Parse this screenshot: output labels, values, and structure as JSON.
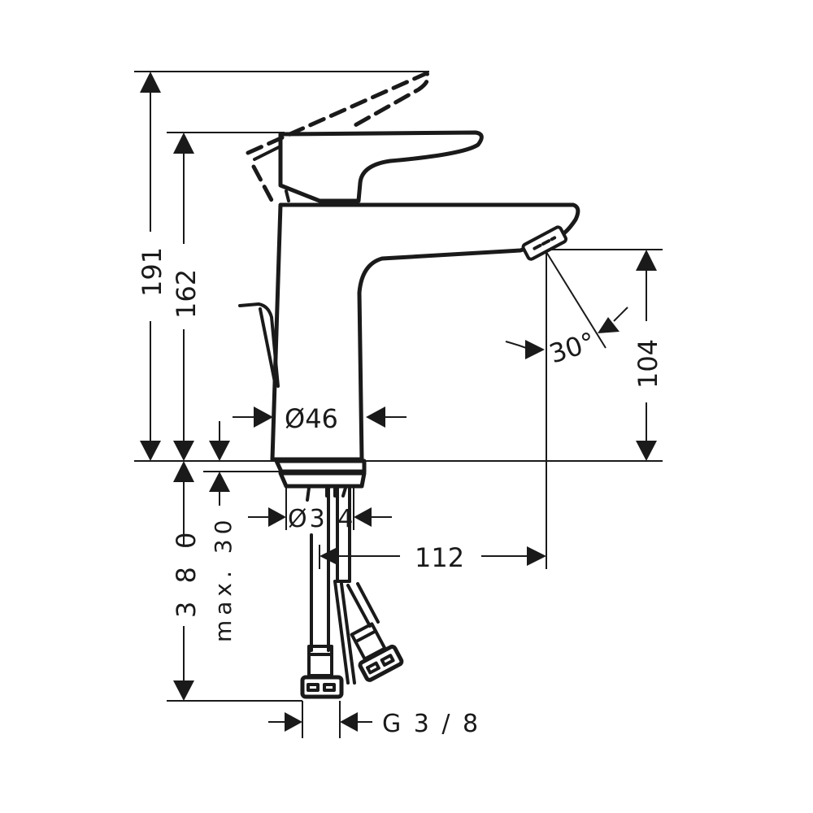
{
  "drawing": {
    "subject": "single-lever basin mixer tap dimensional drawing",
    "colors": {
      "line": "#1a1a1a",
      "background": "#ffffff"
    }
  },
  "dimensions": {
    "overall_height_lever_open": "191",
    "overall_height": "162",
    "spout_outlet_height": "104",
    "spray_angle": "30°",
    "body_diameter": "Ø46",
    "shank_diameter": "Ø3 4",
    "max_counter_thickness": "max. 30",
    "hose_length": "3 8 0",
    "spout_reach": "112",
    "connection_thread": "G 3 / 8"
  }
}
